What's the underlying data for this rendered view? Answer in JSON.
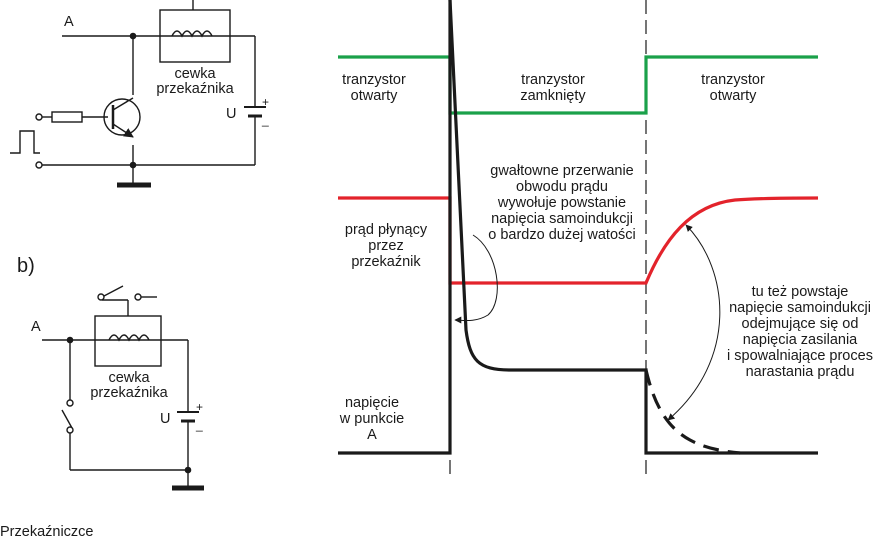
{
  "circuit_a": {
    "node_label": "A",
    "coil_label_line1": "cewka",
    "coil_label_line2": "przekaźnika",
    "supply_label": "U",
    "plus_sign": "+",
    "minus_sign": "_"
  },
  "circuit_b": {
    "title": "b)",
    "node_label": "A",
    "coil_label_line1": "cewka",
    "coil_label_line2": "przekaźnika",
    "supply_label": "U",
    "plus_sign": "+",
    "minus_sign": "_"
  },
  "timing": {
    "transistor_open_left": [
      "tranzystor",
      "otwarty"
    ],
    "transistor_closed": [
      "tranzystor",
      "zamknięty"
    ],
    "transistor_open_right": [
      "tranzystor",
      "otwarty"
    ],
    "current_label": [
      "prąd płynący",
      "przez",
      "przekaźnik"
    ],
    "voltage_label": [
      "napięcie",
      "w punkcie",
      "A"
    ],
    "annotation_interrupt": [
      "gwałtowne przerwanie",
      "obwodu prądu",
      "wywołuje powstanie",
      "napięcia samoindukcji",
      "o bardzo dużej watości"
    ],
    "annotation_reverse": [
      "tu też powstaje",
      "napięcie samoindukcji",
      "odejmujące się od",
      "napięcia zasilania",
      "i spowalniające proces",
      "narastania prądu"
    ]
  },
  "colors": {
    "transistor_state": "#1aa14a",
    "current": "#e3232b",
    "voltage": "#1a1a1a"
  },
  "footer": {
    "caption_partial": "Przekaźniczce"
  }
}
